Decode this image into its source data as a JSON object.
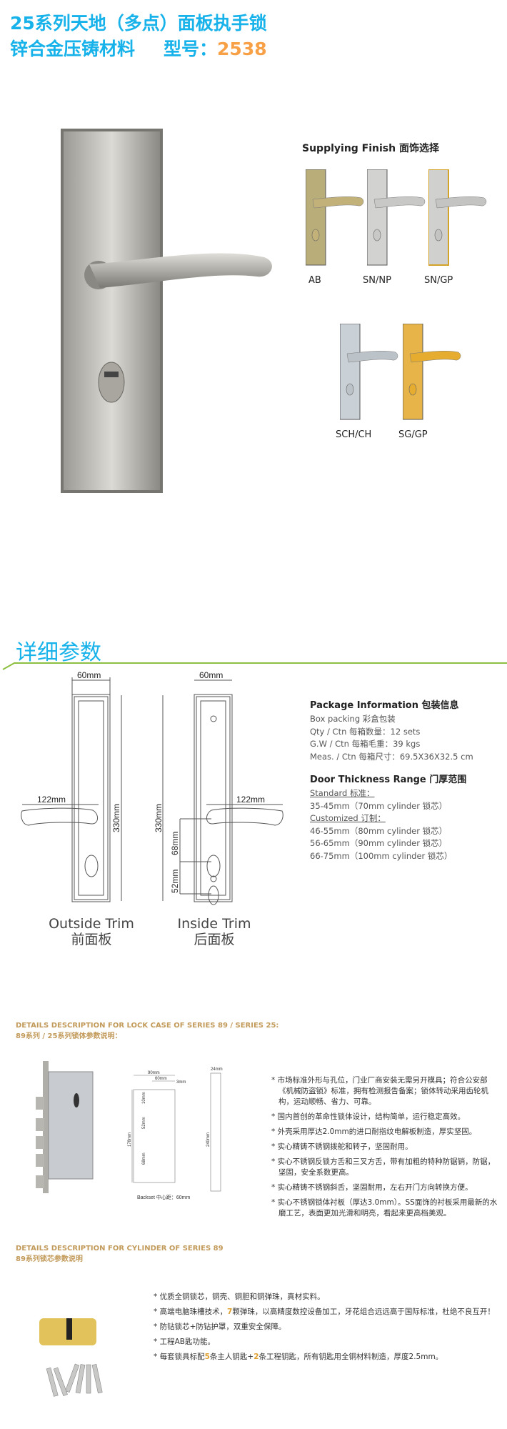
{
  "header": {
    "line1": "25系列天地（多点）面板执手锁",
    "line2": "锌合金压铸材料",
    "model_label": "型号：",
    "model_no": "2538"
  },
  "finish": {
    "title": "Supplying Finish 面饰选择",
    "items": [
      {
        "label": "AB",
        "plate": "#b9ad7a",
        "handle": "#c2b27a"
      },
      {
        "label": "SN/NP",
        "plate": "#d2d2d0",
        "handle": "#c8c8c6"
      },
      {
        "label": "SN/GP",
        "plate": "#d0d0ce",
        "handle": "#c4c4c2",
        "border": "#d4a42a"
      },
      {
        "label": "SCH/CH",
        "plate": "#c9d0d6",
        "handle": "#bcc3c8"
      },
      {
        "label": "SG/GP",
        "plate": "#e6b448",
        "handle": "#e6ac30"
      }
    ]
  },
  "details": {
    "title": "详细参数",
    "outside": {
      "en": "Outside Trim",
      "cn": "前面板",
      "width": "60mm",
      "lever": "122mm",
      "height": "330mm"
    },
    "inside": {
      "en": "Inside Trim",
      "cn": "后面板",
      "width": "60mm",
      "lever": "122mm",
      "height": "330mm",
      "d1": "68mm",
      "d2": "52mm"
    }
  },
  "package": {
    "title": "Package  Information 包装信息",
    "lines": [
      "Box packing 彩盒包装",
      "Qty / Ctn 每箱数量：12 sets",
      "G.W / Ctn 每箱毛重：39 kgs",
      "Meas. / Ctn 每箱尺寸：69.5X36X32.5 cm"
    ],
    "door_title": "Door Thickness Range 门厚范围",
    "standard": "Standard 标准：",
    "standard_val": "35-45mm（70mm cylinder 锁芯）",
    "custom": "Customized 订制：",
    "custom_vals": [
      "46-55mm（80mm cylinder 锁芯）",
      "56-65mm（90mm cylinder 锁芯）",
      "66-75mm（100mm cylinder 锁芯）"
    ]
  },
  "lockcase": {
    "title_en": "DETAILS DESCRIPTION FOR LOCK CASE OF SERIES 89 / SERIES 25:",
    "title_cn": "89系列 / 25系列锁体参数说明：",
    "dims": [
      "90mm",
      "60mm",
      "3mm",
      "24mm",
      "10mm",
      "52mm",
      "68mm",
      "178mm",
      "240mm"
    ],
    "backset": "Backset 中心距：60mm",
    "bullets": [
      "* 市场标准外形与孔位，门业厂商安装无需另开模具；符合公安部《机械防盗锁》标准，拥有检测报告备案；锁体转动采用齿轮机构，运动顺畅、省力、可靠。",
      "* 国内首创的革命性锁体设计，结构简单，运行稳定高效。",
      "* 外壳采用厚达2.0mm的进口耐指纹电解板制造，厚实坚固。",
      "* 实心精铸不锈钢拨舵和转子，坚固耐用。",
      "* 实心不锈钢反锁方舌和三叉方舌，带有加粗的特种防锯销，防锯，坚固，安全系数更高。",
      "* 实心精铸不锈钢斜舌，坚固耐用，左右开门方向转换方便。",
      "* 实心不锈钢锁体衬板（厚达3.0mm）。SS面饰的衬板采用最新的水磨工艺，表面更加光滑和明亮，看起来更高档美观。"
    ]
  },
  "cylinder": {
    "title_en": "DETAILS DESCRIPTION FOR CYLINDER OF SERIES 89",
    "title_cn": "89系列锁芯参数说明",
    "b1": "* 优质全铜锁芯，铜壳、铜胆和铜弹珠，真材实料。",
    "b2a": "* 高端电脑珠槽技术，",
    "b2n": "7",
    "b2b": "颗弹珠，以高精度数控设备加工，牙花组合远远高于国际标准，杜绝不良互开！",
    "b3": "* 防钻锁芯+防钻护罩，双重安全保障。",
    "b4": "* 工程AB匙功能。",
    "b5a": "* 每套锁具标配",
    "b5n1": "5",
    "b5b": "条主人钥匙+",
    "b5n2": "2",
    "b5c": "条工程钥匙，所有钥匙用全铜材料制造，厚度2.5mm。"
  }
}
